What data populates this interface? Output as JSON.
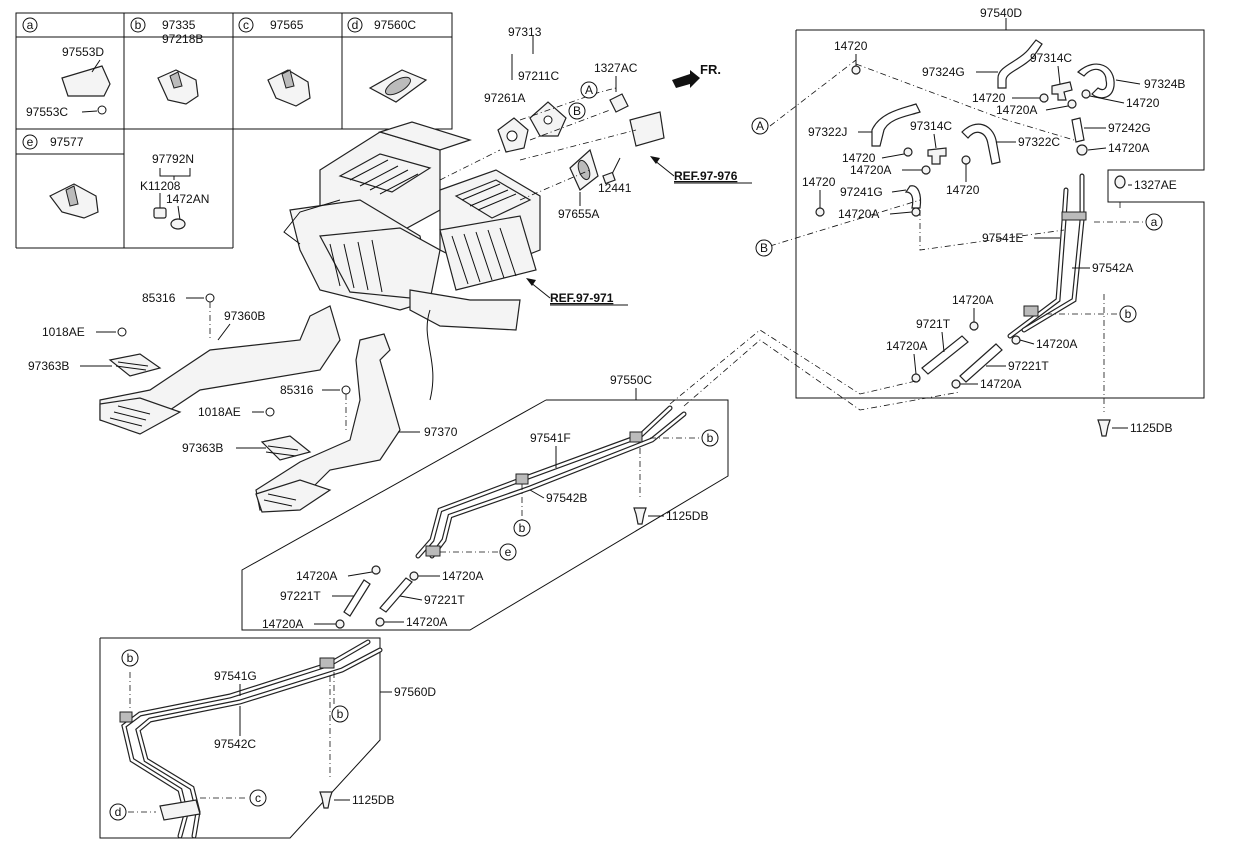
{
  "legend_boxes": [
    {
      "letter": "a",
      "parts": [
        "97553D",
        "97553C"
      ]
    },
    {
      "letter": "b",
      "parts": [
        "97335",
        "97218B"
      ]
    },
    {
      "letter": "c",
      "parts": [
        "97565"
      ]
    },
    {
      "letter": "d",
      "parts": [
        "97560C"
      ]
    },
    {
      "letter": "e",
      "parts": [
        "97577"
      ]
    },
    {
      "letter": "",
      "parts": [
        "97792N",
        "K11208",
        "1472AN"
      ]
    }
  ],
  "front_label": "FR.",
  "references": [
    "REF.97-976",
    "REF.97-971"
  ],
  "callout_letters": [
    "A",
    "B",
    "a",
    "b",
    "c",
    "d",
    "e"
  ],
  "labels": {
    "l97313": "97313",
    "l97211C": "97211C",
    "l97261A": "97261A",
    "l1327AC": "1327AC",
    "l12441": "12441",
    "l97655A": "97655A",
    "l85316a": "85316",
    "l97360B": "97360B",
    "l1018AEa": "1018AE",
    "l97363Ba": "97363B",
    "l85316b": "85316",
    "l1018AEb": "1018AE",
    "l97370": "97370",
    "l97363Bb": "97363B",
    "l97540D": "97540D",
    "l14720_1": "14720",
    "l97324G": "97324G",
    "l97314C_1": "97314C",
    "l97324B": "97324B",
    "l14720_2": "14720",
    "l14720_3": "14720",
    "l14720A_1": "14720A",
    "l97322J": "97322J",
    "l97314C_2": "97314C",
    "l97242G": "97242G",
    "l14720_4": "14720",
    "l97322C": "97322C",
    "l14720A_2": "14720A",
    "l14720A_3": "14720A",
    "l14720_5": "14720",
    "l14720_6": "14720",
    "l97241G": "97241G",
    "l14720A_4": "14720A",
    "l1327AE": "1327AE",
    "l97541E": "97541E",
    "l97542A": "97542A",
    "l14720A_5": "14720A",
    "l9721T": "9721T",
    "l14720A_6": "14720A",
    "l14720A_7": "14720A",
    "l97221T_1": "97221T",
    "l14720A_8": "14720A",
    "l1125DB_1": "1125DB",
    "l97550C": "97550C",
    "l97541F": "97541F",
    "l97542B": "97542B",
    "l1125DB_2": "1125DB",
    "l14720A_9": "14720A",
    "l14720A_10": "14720A",
    "l97221T_2": "97221T",
    "l97221T_3": "97221T",
    "l14720A_11": "14720A",
    "l14720A_12": "14720A",
    "l97541G": "97541G",
    "l97560D": "97560D",
    "l97542C": "97542C",
    "l1125DB_3": "1125DB"
  }
}
